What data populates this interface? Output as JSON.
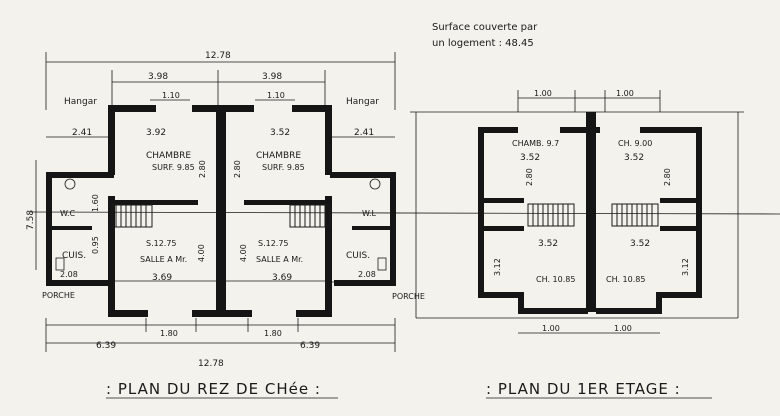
{
  "note": {
    "line1": "Surface couverte par",
    "line2": "un logement : 48.45"
  },
  "ground_floor": {
    "title": ": PLAN DU REZ DE CHée :",
    "overall_top": "12.78",
    "overall_bottom": "12.78",
    "half_left": "3.98",
    "half_right": "3.98",
    "small_top_left": "1.10",
    "small_top_right": "1.10",
    "hangar_left": "Hangar",
    "hangar_right": "Hangar",
    "hangar_dim_left": "2.41",
    "hangar_dim_right": "2.41",
    "room_dim_left": "3.92",
    "room_dim_right": "3.52",
    "chambre_left": "CHAMBRE",
    "chambre_left_surf": "SURF. 9.85",
    "chambre_right": "CHAMBRE",
    "chambre_right_surf": "SURF. 9.85",
    "ch_height_left": "2.80",
    "ch_height_right": "2.80",
    "depth": "7.58",
    "wc": "W.C",
    "wc_dim": "1.60",
    "cuis_left": "CUIS.",
    "cuis_right": "CUIS.",
    "cuis_dim_left": "2.08",
    "cuis_dim_right": "2.08",
    "cuis_h": "0.95",
    "salle_left": "SALLE A Mr.",
    "salle_left_surf": "S.12.75",
    "salle_right": "SALLE A Mr.",
    "salle_right_surf": "S.12.75",
    "salle_h_left": "4.00",
    "salle_h_right": "4.00",
    "salle_dim_left": "3.69",
    "salle_dim_right": "3.69",
    "porche_left": "PORCHE",
    "porche_right": "PORCHE",
    "porch_w_left": "1.80",
    "porch_w_right": "1.80",
    "bottom_left": "6.39",
    "bottom_right": "6.39",
    "wl": "W.L"
  },
  "first_floor": {
    "title": ": PLAN DU 1ER ETAGE :",
    "top_left": "1.00",
    "top_right": "1.00",
    "chamb_left": "CHAMB. 9.7",
    "chamb_right": "CH. 9.00",
    "dim_tl": "3.52",
    "dim_tr": "3.52",
    "h_tl": "2.80",
    "h_tr": "2.80",
    "dim_bl": "3.52",
    "dim_br": "3.52",
    "ch_bl": "CH. 10.85",
    "ch_br": "CH. 10.85",
    "h_bl": "3.12",
    "h_br": "3.12",
    "bottom_left": "1.00",
    "bottom_right": "1.00"
  }
}
